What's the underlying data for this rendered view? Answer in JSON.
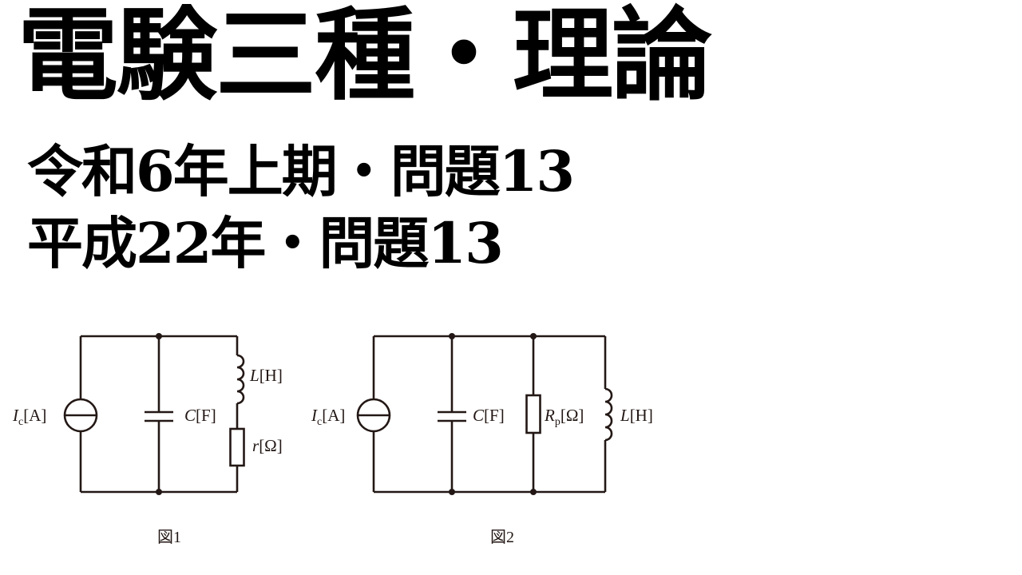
{
  "heading": {
    "title": "電験三種・理論",
    "line1": "令和6年上期・問題13",
    "line2": "平成22年・問題13"
  },
  "figure1": {
    "caption": "図1",
    "source_symbol": "I",
    "source_sub": "c",
    "source_unit": "[A]",
    "capacitor_symbol": "C",
    "capacitor_unit": "[F]",
    "inductor_symbol": "L",
    "inductor_unit": "[H]",
    "resistor_symbol": "r",
    "resistor_unit": "[Ω]"
  },
  "figure2": {
    "caption": "図2",
    "source_symbol": "I",
    "source_sub": "c",
    "source_unit": "[A]",
    "capacitor_symbol": "C",
    "capacitor_unit": "[F]",
    "resistor_symbol": "R",
    "resistor_sub": "p",
    "resistor_unit": "[Ω]",
    "inductor_symbol": "L",
    "inductor_unit": "[H]"
  },
  "colors": {
    "line": "#231815",
    "text": "#000000",
    "background": "#ffffff"
  }
}
